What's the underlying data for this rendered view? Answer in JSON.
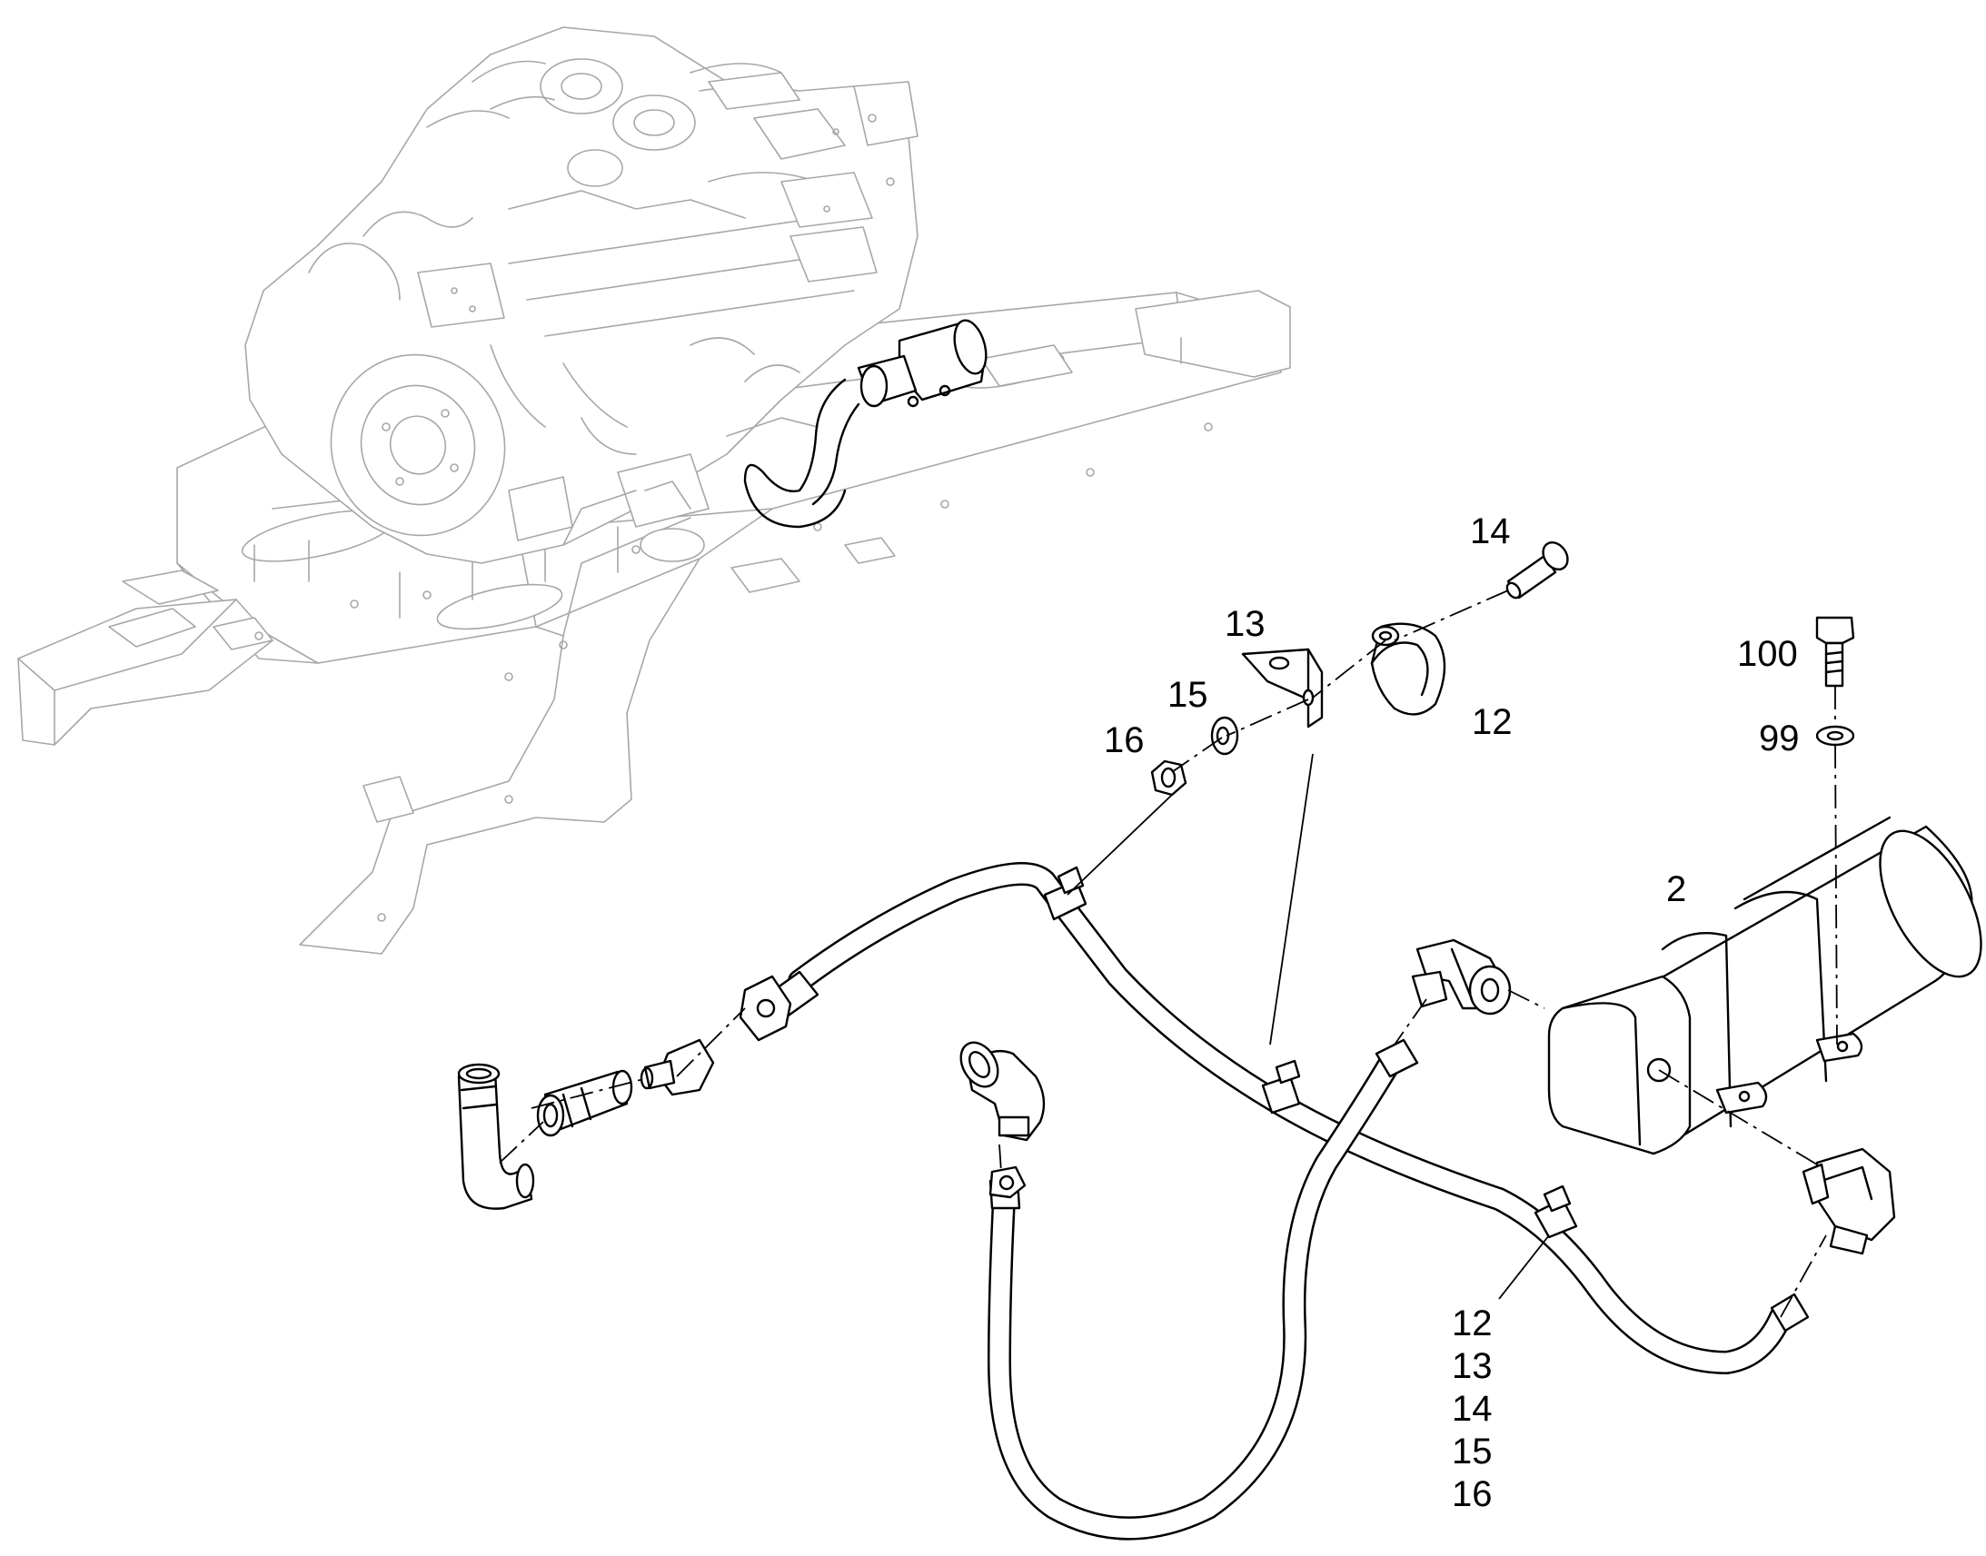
{
  "callouts": {
    "c14_top": "14",
    "c13_top": "13",
    "c15_top": "15",
    "c16_top": "16",
    "c12_top": "12",
    "c100": "100",
    "c99": "99",
    "c2": "2",
    "stack": [
      "12",
      "13",
      "14",
      "15",
      "16"
    ]
  }
}
